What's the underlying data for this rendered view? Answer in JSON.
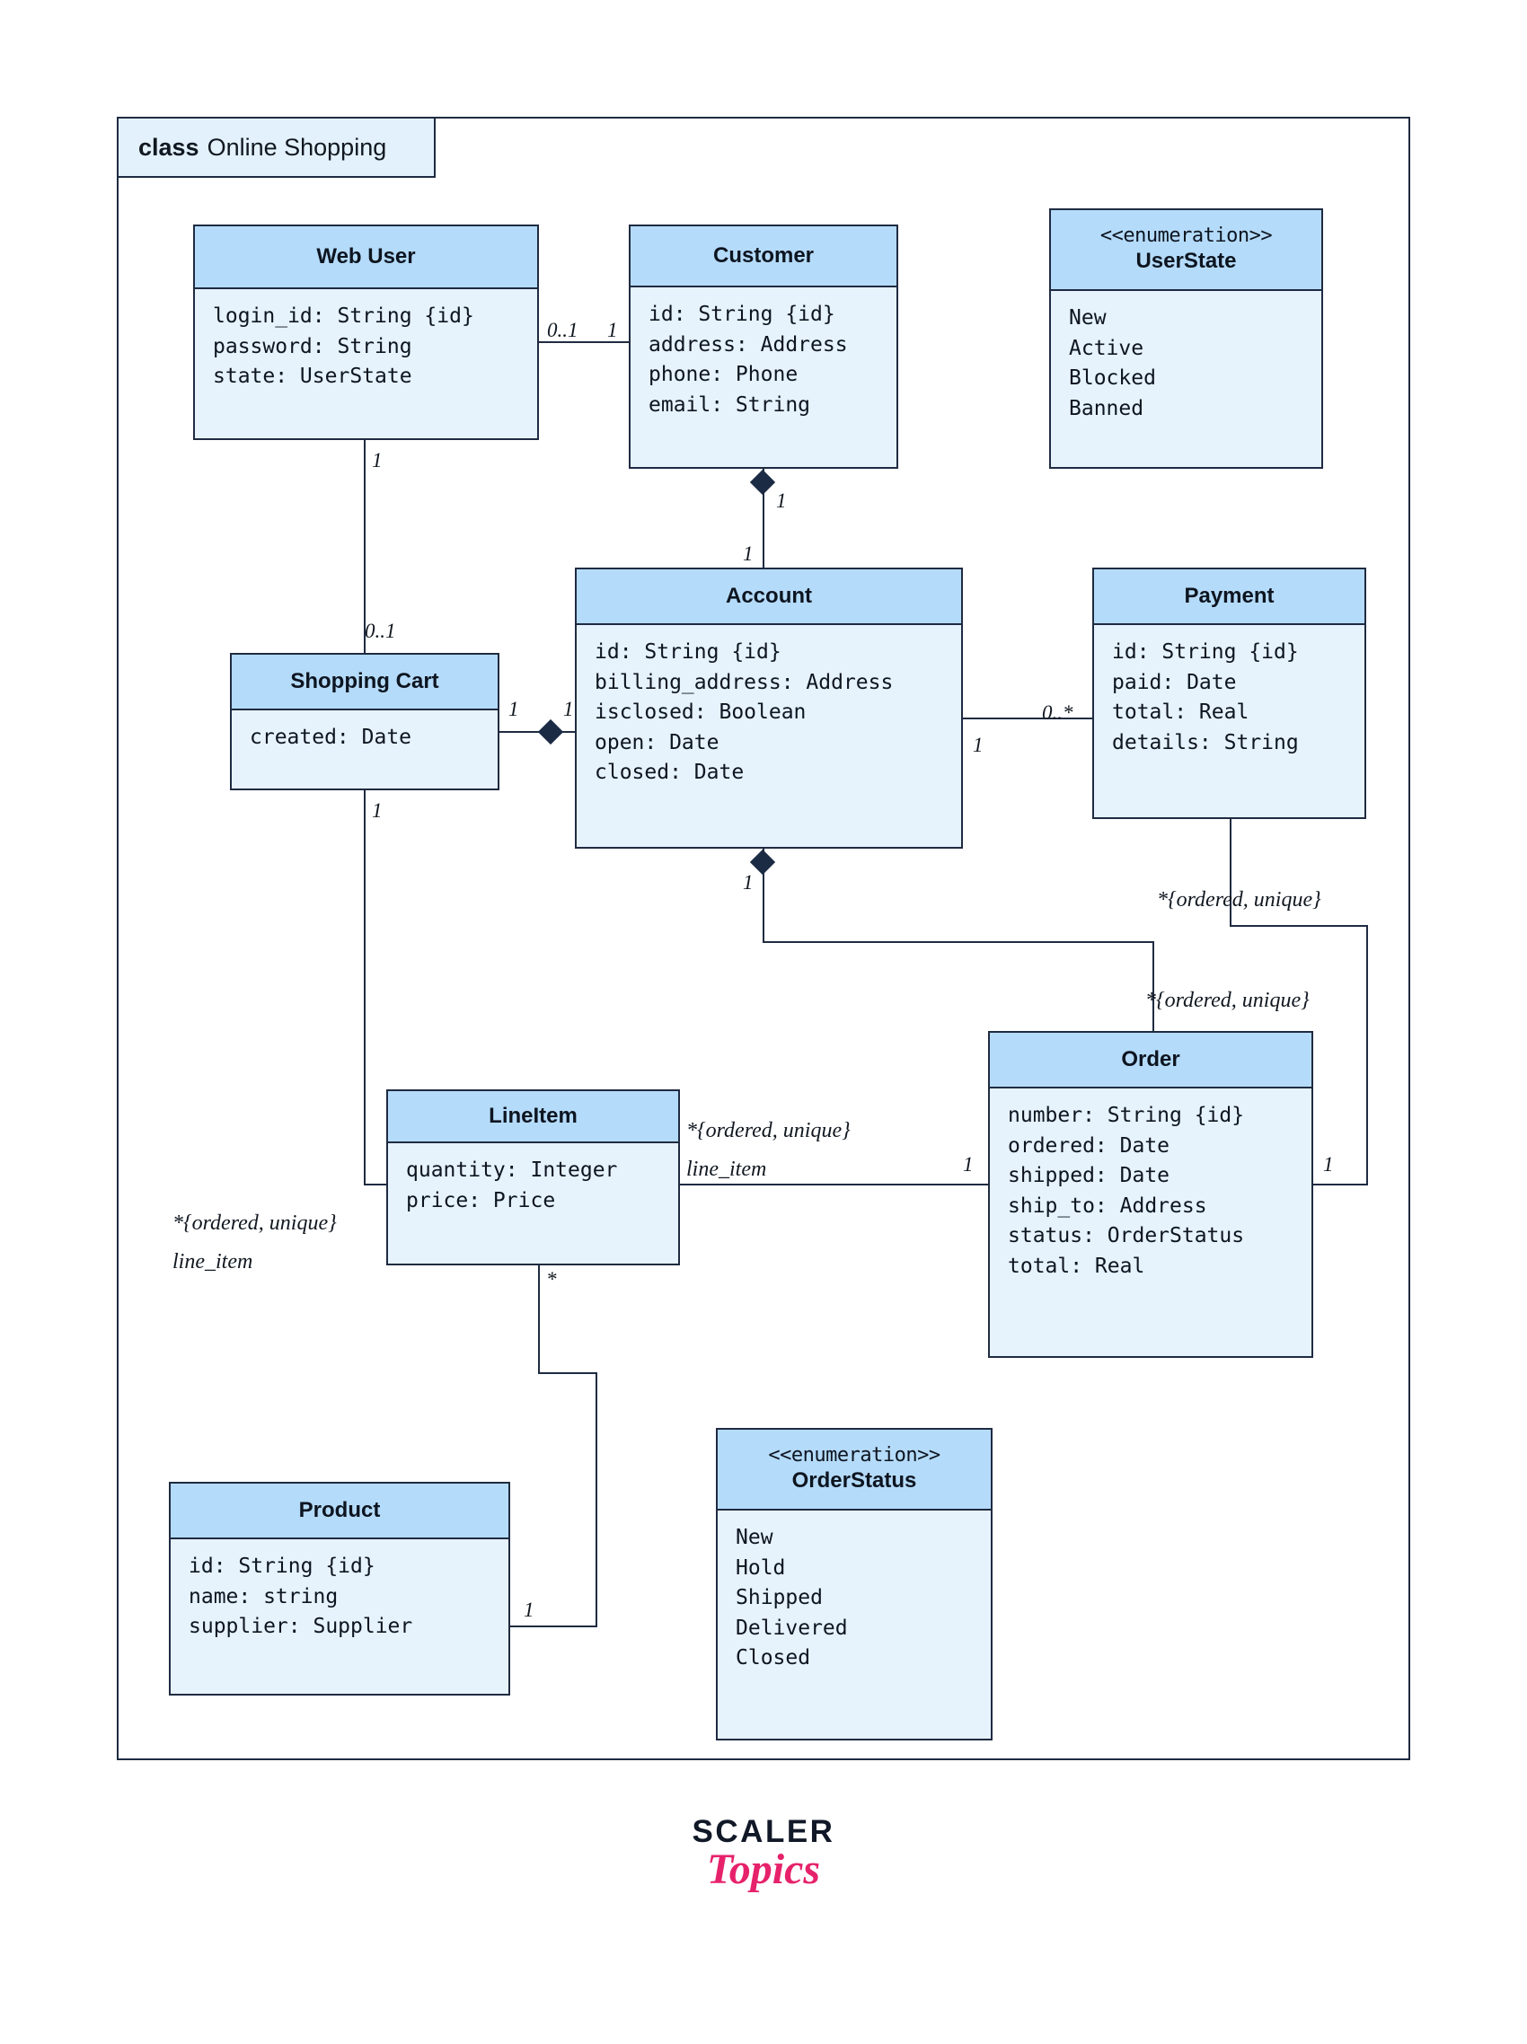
{
  "frame": {
    "keyword": "class",
    "title": "Online Shopping"
  },
  "classes": {
    "web_user": {
      "name": "Web User",
      "attributes": [
        "login_id: String {id}",
        "password: String",
        "state: UserState"
      ]
    },
    "customer": {
      "name": "Customer",
      "attributes": [
        "id: String {id}",
        "address: Address",
        "phone: Phone",
        "email: String"
      ]
    },
    "user_state": {
      "stereotype": "<<enumeration>>",
      "name": "UserState",
      "attributes": [
        "New",
        "Active",
        "Blocked",
        "Banned"
      ]
    },
    "account": {
      "name": "Account",
      "attributes": [
        "id: String {id}",
        "billing_address: Address",
        "isclosed: Boolean",
        "open: Date",
        "closed: Date"
      ]
    },
    "payment": {
      "name": "Payment",
      "attributes": [
        "id: String {id}",
        "paid: Date",
        "total: Real",
        "details: String"
      ]
    },
    "shopping_cart": {
      "name": "Shopping Cart",
      "attributes": [
        "created: Date"
      ]
    },
    "order": {
      "name": "Order",
      "attributes": [
        "number: String {id}",
        "ordered: Date",
        "shipped: Date",
        "ship_to: Address",
        "status: OrderStatus",
        "total: Real"
      ]
    },
    "line_item": {
      "name": "LineItem",
      "attributes": [
        "quantity: Integer",
        "price: Price"
      ]
    },
    "product": {
      "name": "Product",
      "attributes": [
        "id: String {id}",
        "name: string",
        "supplier: Supplier"
      ]
    },
    "order_status": {
      "stereotype": "<<enumeration>>",
      "name": "OrderStatus",
      "attributes": [
        "New",
        "Hold",
        "Shipped",
        "Delivered",
        "Closed"
      ]
    }
  },
  "multiplicities": {
    "webuser_customer_left": "0..1",
    "webuser_customer_right": "1",
    "webuser_cart_top": "1",
    "cart_webuser_bottom": "0..1",
    "customer_account_diamond": "1",
    "account_customer_top": "1",
    "cart_account_left": "1",
    "account_cart_right": "1",
    "account_payment_left": "1",
    "payment_account_right": "0..*",
    "account_order_bottom": "1",
    "cart_lineitem_bottom": "1",
    "order_lineitem_left": "1",
    "order_payment_right": "1",
    "lineitem_product_bottom": "*",
    "product_lineitem_right": "1"
  },
  "edge_labels": {
    "payment_ordered_unique": "*{ordered, unique}",
    "order_ordered_unique": "*{ordered, unique}",
    "order_lineitem_constraint": "*{ordered, unique}",
    "order_lineitem_role": "line_item",
    "cart_lineitem_constraint": "*{ordered, unique}",
    "cart_lineitem_role": "line_item"
  },
  "logo": {
    "primary": "SCALER",
    "secondary": "Topics",
    "accent_color": "#e6226b",
    "primary_color": "#111827"
  },
  "colors": {
    "header_fill": "#b5dbfa",
    "body_fill": "#e6f2fc",
    "frame_tab_fill": "#e3f1fc",
    "stroke": "#1f2b41"
  }
}
